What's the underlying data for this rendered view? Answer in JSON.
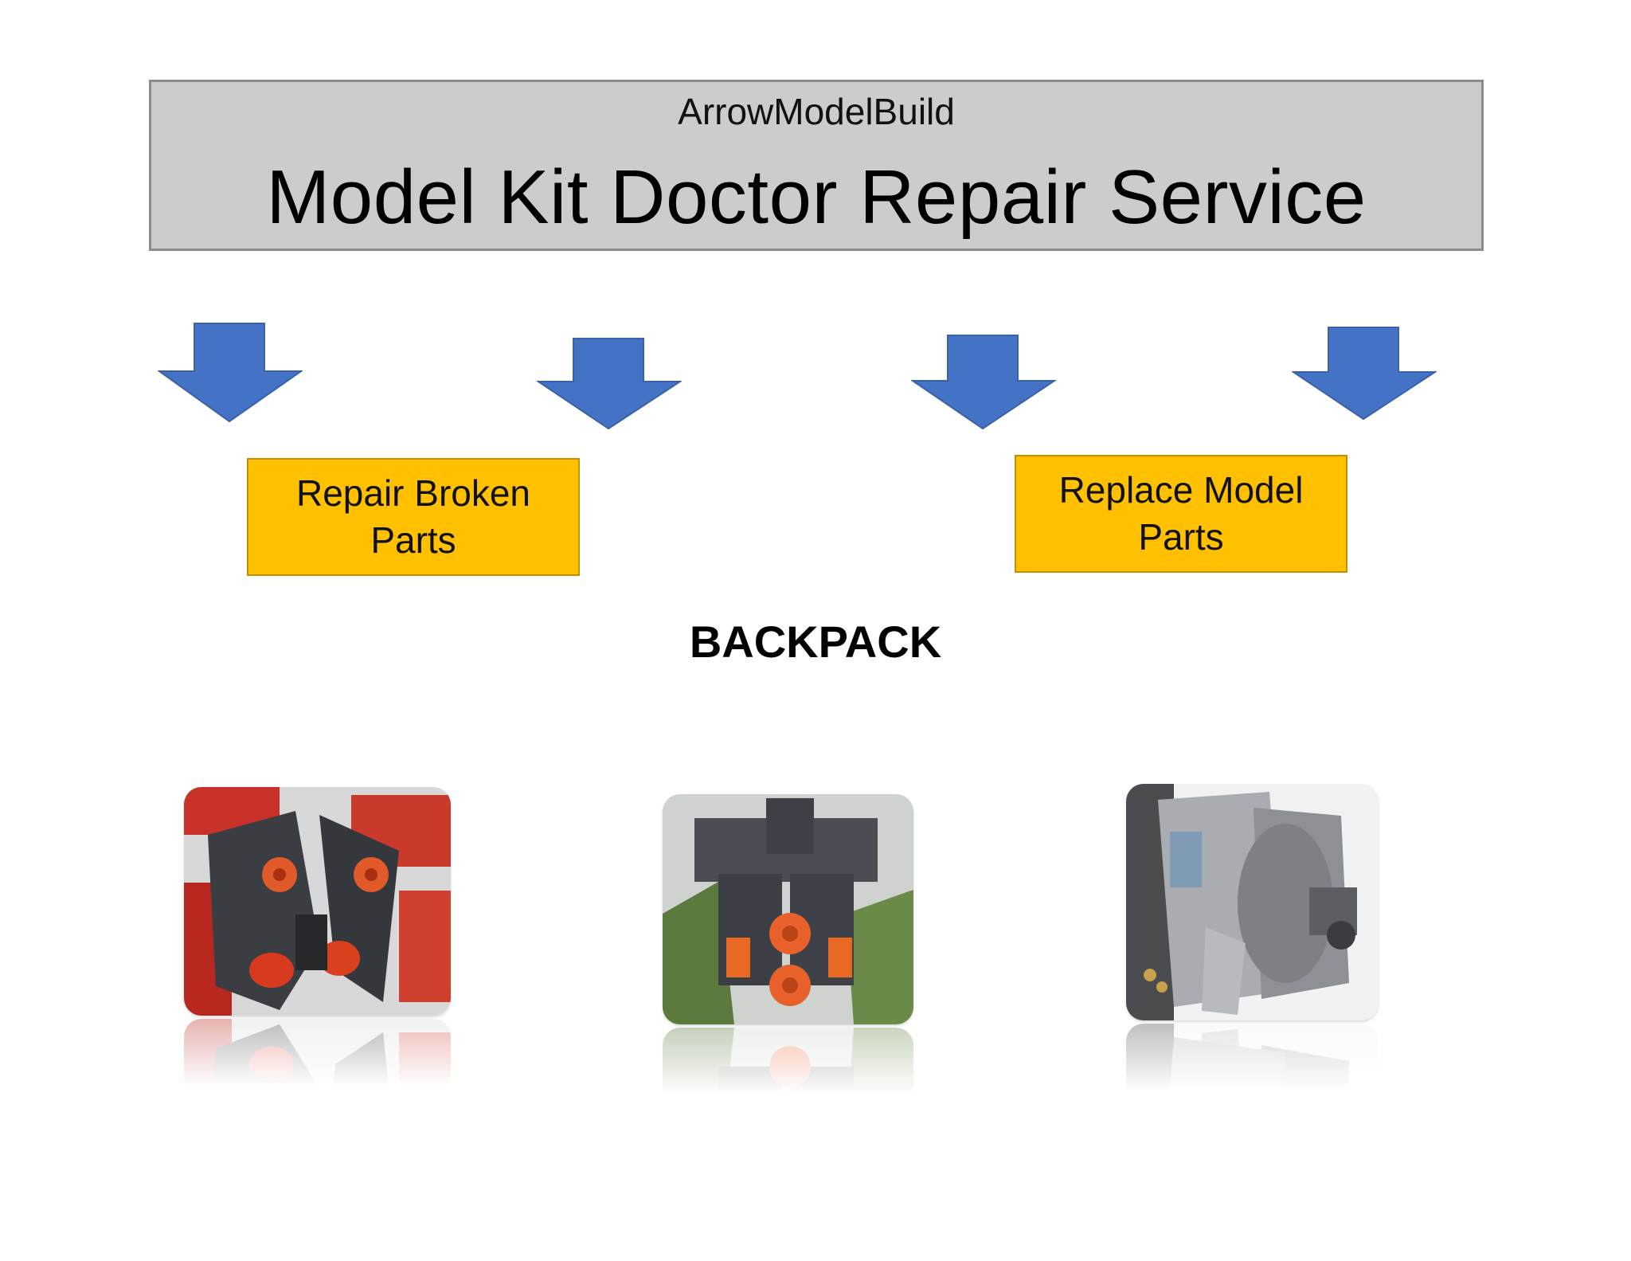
{
  "header": {
    "brand": "ArrowModelBuild",
    "title": "Model Kit Doctor Repair Service"
  },
  "arrow_color": "#4472c4",
  "boxes": {
    "left": "Repair Broken Parts",
    "right": "Replace Model Parts"
  },
  "box_color": "#ffc000",
  "section_label": "BACKPACK",
  "photos": [
    {
      "name": "red-backpack-photo"
    },
    {
      "name": "green-backpack-photo"
    },
    {
      "name": "grey-backpack-photo"
    }
  ]
}
